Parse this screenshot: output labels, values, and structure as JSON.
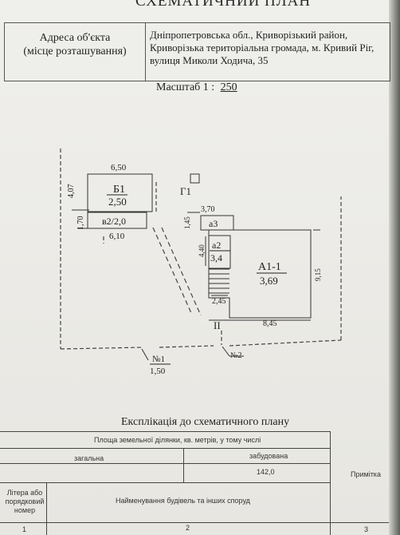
{
  "header": {
    "title": "СХЕМАТИЧНИЙ ПЛАН"
  },
  "address": {
    "label_line1": "Адреса об'єкта",
    "label_line2": "(місце розташування)",
    "value_line1": "Дніпропетровська обл., Криворізький район,",
    "value_line2": "Криворізька територіальна громада, м. Кривий Ріг,",
    "value_line3": "вулиця Миколи Ходича, 35"
  },
  "scale": {
    "label": "Масштаб 1 :",
    "value": "250"
  },
  "plan": {
    "b1_label": "Б1",
    "b1_num": "2,50",
    "b1_top_dim": "6,50",
    "b1_side_dim": "4,07",
    "b2_label": "в2/2,0",
    "b2_side_dim": "1,70",
    "b2_bottom_dim": "6,10",
    "g1_label": "Г1",
    "a3_top_dim": "3,70",
    "a3_label": "а3",
    "a3_side_dim": "1,45",
    "a2_label": "а2",
    "a2_num": "3,4",
    "a2_side_dim": "4,40",
    "a1_label": "А1-1",
    "a1_num": "3,69",
    "a1_side_dim": "9,15",
    "a1_bottom_left_dim": "2,45",
    "a1_bottom_dim": "8,45",
    "fence_1_label": "№1",
    "fence_1_num": "1,50",
    "fence_2_label": "№2",
    "yard_label": "II"
  },
  "explication": {
    "title": "Експлікація до схематичного плану",
    "land_area_header": "Площа земельної ділянки, кв. метрів, у тому числі",
    "total_header": "загальна",
    "built_header": "забудована",
    "built_value": "142,0",
    "note_header": "Примітка",
    "letter_header_line1": "Літера або",
    "letter_header_line2": "порядковий",
    "letter_header_line3": "номер",
    "name_header": "Найменування будівель та інших споруд",
    "col1": "1",
    "col2": "2",
    "col3": "3"
  }
}
